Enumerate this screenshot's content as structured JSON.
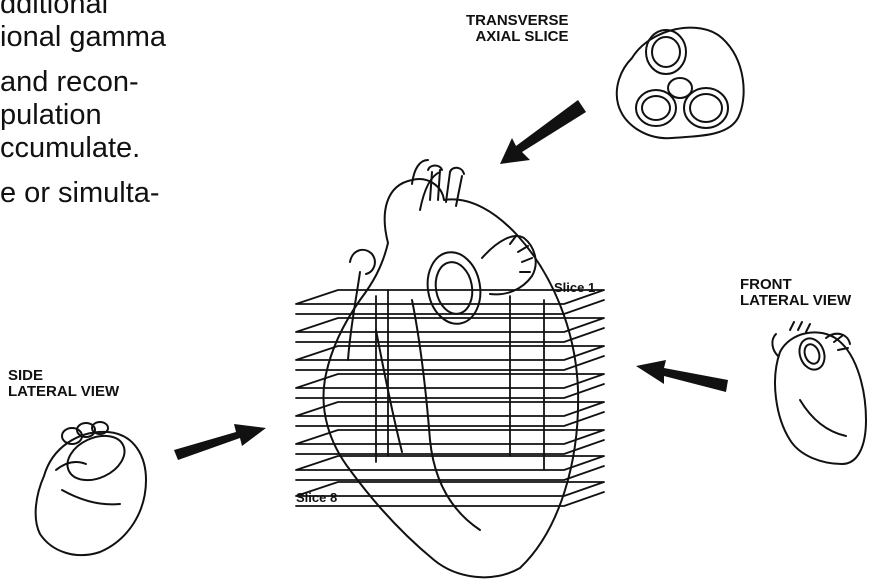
{
  "body_text": {
    "lines": [
      "dditional",
      "ional gamma",
      "and recon-",
      "pulation",
      "ccumulate.",
      "e or simulta-"
    ]
  },
  "labels": {
    "transverse": [
      "TRANSVERSE",
      "AXIAL SLICE"
    ],
    "front": [
      "FRONT",
      "LATERAL VIEW"
    ],
    "side": [
      "SIDE",
      "LATERAL VIEW"
    ],
    "slice_first": "Slice 1",
    "slice_last": "Slice 8"
  },
  "diagram": {
    "slice_count": 8,
    "stroke_color": "#111111",
    "background": "#ffffff",
    "icons": [
      "transverse-slice-heart-icon",
      "front-view-heart-icon",
      "side-view-heart-icon",
      "arrow-icon"
    ]
  }
}
